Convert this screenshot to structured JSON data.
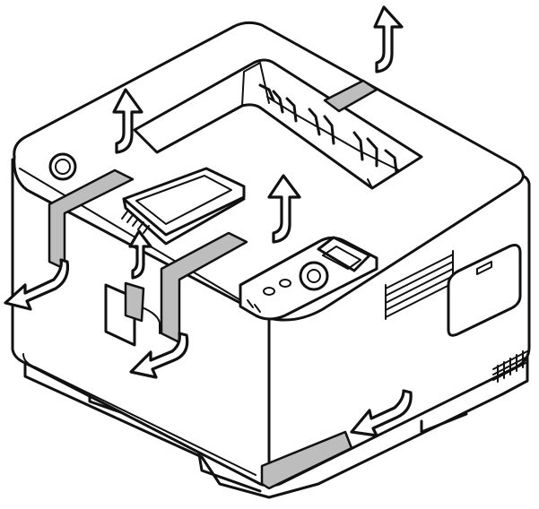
{
  "figure": {
    "subject": "printer-with-packing-tape",
    "colors": {
      "line": "#111111",
      "tape": "#bdbdbd",
      "background": "#ffffff"
    },
    "icons": [
      "printer",
      "packing-tape",
      "removal-arrow"
    ]
  }
}
